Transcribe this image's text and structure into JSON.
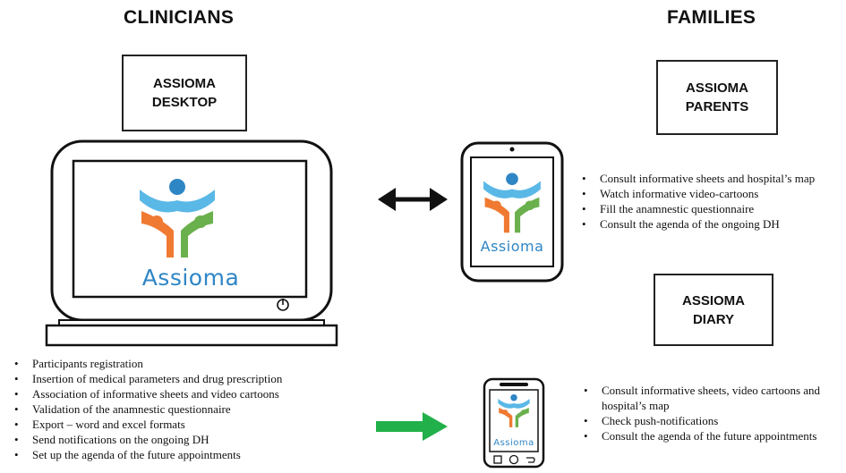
{
  "clinicians": {
    "heading": "CLINICIANS",
    "box": {
      "line1": "ASSIOMA",
      "line2": "DESKTOP"
    },
    "logo_text": "Assioma",
    "bullets": [
      "Participants registration",
      "Insertion of medical parameters and drug prescription",
      "Association of informative sheets and video cartoons",
      "Validation of the anamnestic questionnaire",
      "Export – word and excel formats",
      "Send notifications on the ongoing DH",
      "Set up the agenda of the future appointments"
    ]
  },
  "families": {
    "heading": "FAMILIES",
    "parents": {
      "box": {
        "line1": "ASSIOMA",
        "line2": "PARENTS"
      },
      "logo_text": "Assioma",
      "bullets": [
        "Consult informative sheets and hospital’s map",
        "Watch informative video-cartoons",
        "Fill the anamnestic questionnaire",
        "Consult the agenda of the ongoing DH"
      ]
    },
    "diary": {
      "box": {
        "line1": "ASSIOMA",
        "line2": "DIARY"
      },
      "logo_text": "Assioma",
      "bullets": [
        "Consult informative sheets, video cartoons and hospital’s map",
        "Check push-notifications",
        "Consult the agenda of the future appointments"
      ]
    }
  },
  "colors": {
    "logo_blue": "#2f86c5",
    "logo_light_blue": "#5ab8e6",
    "logo_orange": "#f07a32",
    "logo_green": "#6ab04c",
    "arrow_green": "#22b04a",
    "arrow_black": "#111111"
  },
  "icons": {
    "two_way_arrow": "double-headed-arrow-icon",
    "one_way_arrow": "right-arrow-icon",
    "power": "power-icon"
  }
}
